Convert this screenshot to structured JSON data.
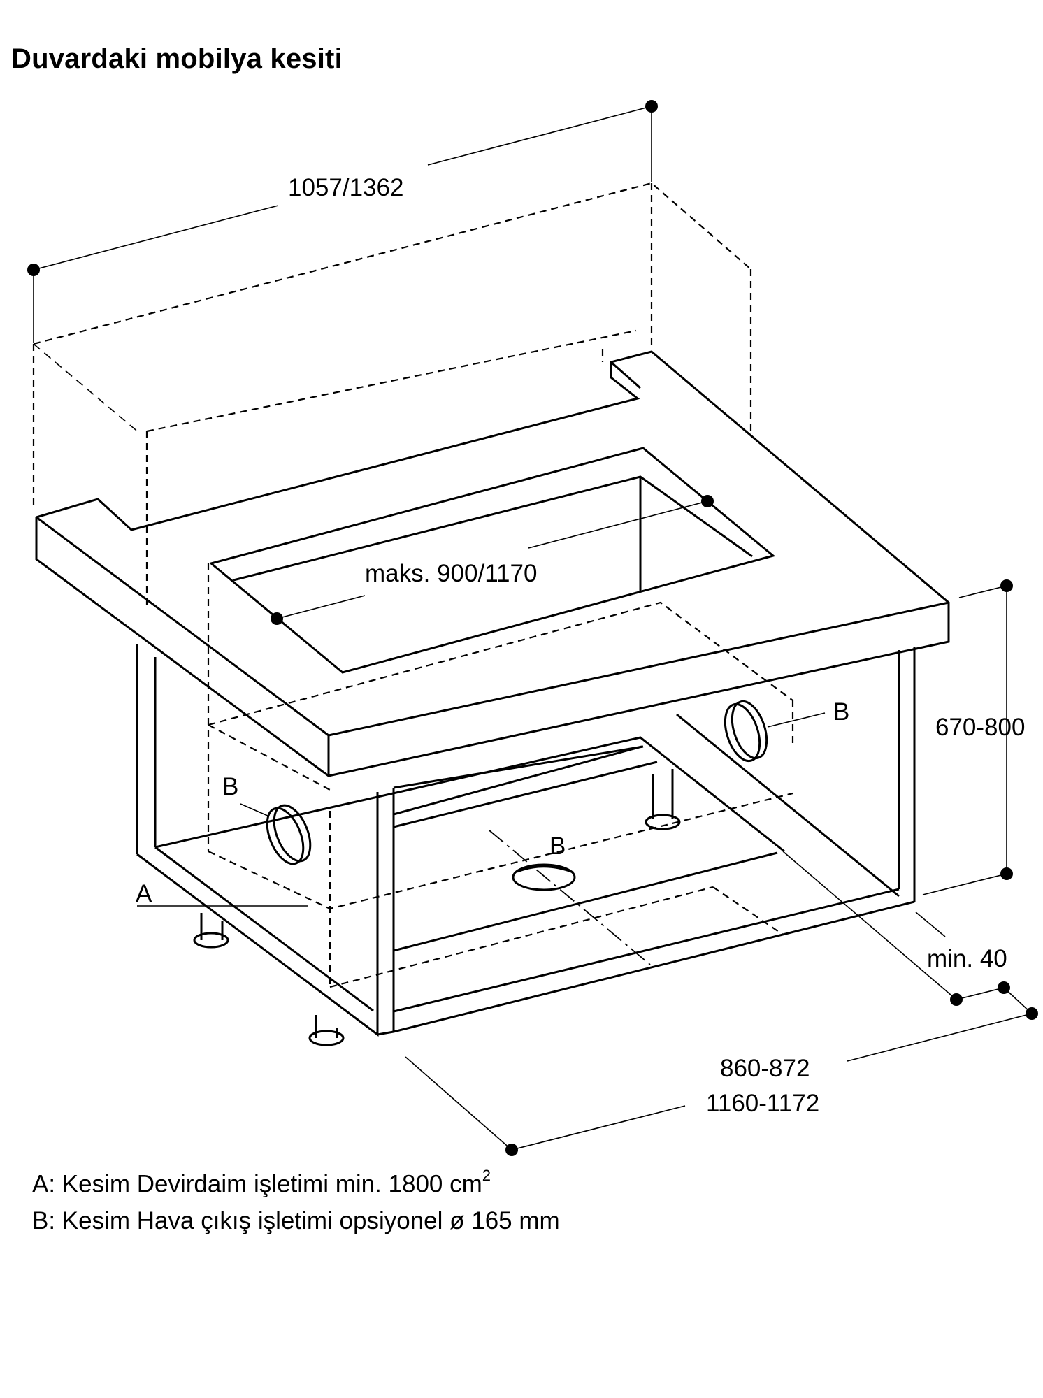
{
  "title": "Duvardaki mobilya kesiti",
  "dimensions": {
    "width": "1057/1362",
    "cutout": "maks. 900/1170",
    "height": "670-800",
    "rear_gap": "min. 40",
    "depth_1": "860-872",
    "depth_2": "1160-1172"
  },
  "labels": {
    "a": "A",
    "b_right": "B",
    "b_left": "B",
    "b_bottom": "B"
  },
  "legend": {
    "a_text": "A: Kesim Devirdaim işletimi min. 1800 cm",
    "a_sup": "2",
    "b_text": "B: Kesim Hava çıkış işletimi opsiyonel ø 165 mm"
  }
}
